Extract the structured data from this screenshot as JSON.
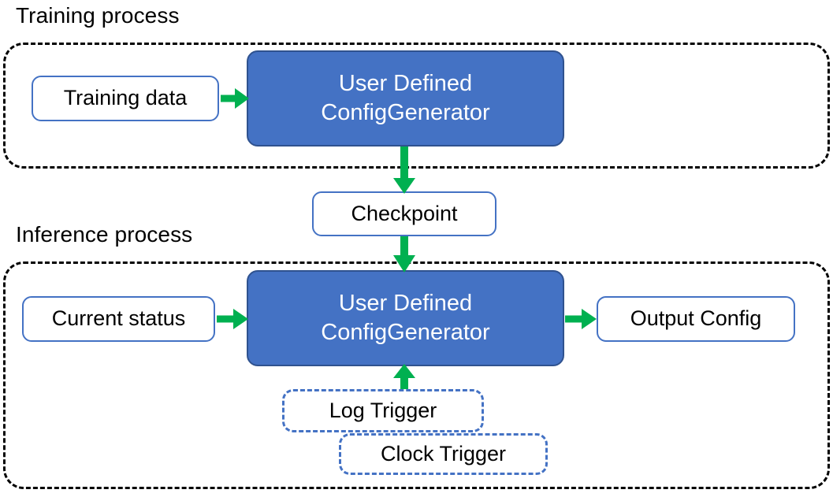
{
  "diagram": {
    "title_training": "Training process",
    "title_inference": "Inference process",
    "colors": {
      "primary_fill": "#4472C4",
      "primary_border": "#2F528F",
      "node_border": "#4472C4",
      "arrow": "#00B050",
      "container_border": "#000000",
      "text_dark": "#000000",
      "text_light": "#FFFFFF",
      "background": "#FFFFFF"
    }
  },
  "training": {
    "label": "Training process",
    "nodes": {
      "training_data": "Training data",
      "generator": "User Defined\nConfigGenerator"
    }
  },
  "bridge": {
    "checkpoint": "Checkpoint"
  },
  "inference": {
    "label": "Inference process",
    "nodes": {
      "current_status": "Current status",
      "generator": "User Defined\nConfigGenerator",
      "output_config": "Output Config",
      "log_trigger": "Log Trigger",
      "clock_trigger": "Clock Trigger"
    }
  },
  "edges": [
    {
      "from": "Training data",
      "to": "User Defined ConfigGenerator",
      "direction": "right"
    },
    {
      "from": "User Defined ConfigGenerator",
      "to": "Checkpoint",
      "direction": "down"
    },
    {
      "from": "Checkpoint",
      "to": "User Defined ConfigGenerator",
      "direction": "down"
    },
    {
      "from": "Current status",
      "to": "User Defined ConfigGenerator",
      "direction": "right"
    },
    {
      "from": "User Defined ConfigGenerator",
      "to": "Output Config",
      "direction": "right"
    },
    {
      "from": "Log Trigger",
      "to": "User Defined ConfigGenerator",
      "direction": "up"
    }
  ]
}
